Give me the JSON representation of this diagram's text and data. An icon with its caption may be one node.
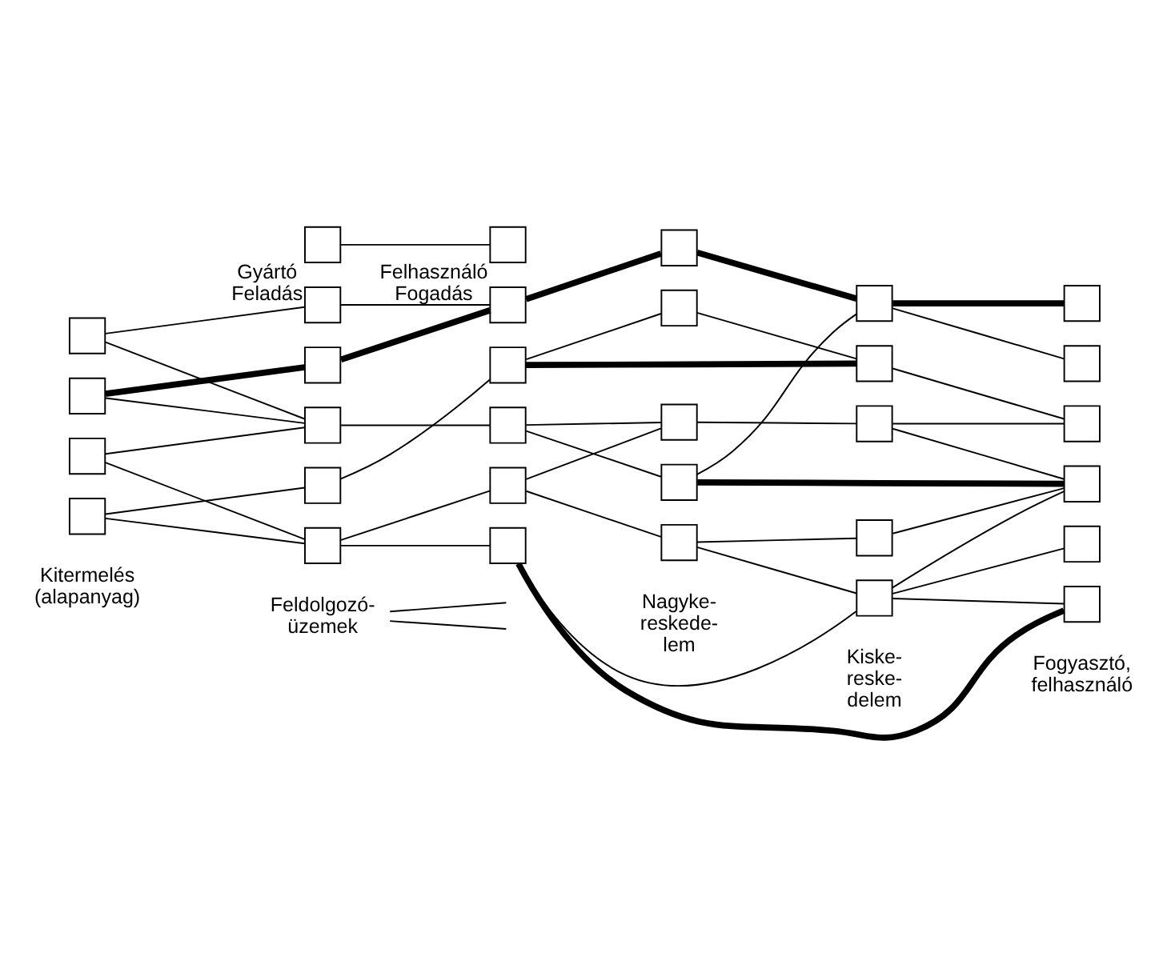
{
  "diagram": {
    "nodes": [
      {
        "text": [],
        "shape": "box",
        "beside": [
          "Gyártó Feladás"
        ]
      },
      {
        "text": [],
        "shape": "box",
        "beside": [
          "Felhasználó Fogadás"
        ]
      },
      {
        "text": [],
        "shape": "box"
      },
      {
        "text": [],
        "shape": "box"
      },
      {
        "text": [],
        "shape": "box"
      },
      {
        "text": [],
        "shape": "box"
      },
      {
        "text": [],
        "shape": "box"
      },
      {
        "text": [],
        "shape": "box"
      },
      {
        "text": [],
        "shape": "box"
      },
      {
        "text": [],
        "shape": "box"
      },
      {
        "text": [],
        "shape": "box"
      },
      {
        "text": [],
        "shape": "box"
      },
      {
        "text": [],
        "shape": "box"
      },
      {
        "text": [],
        "shape": "box"
      },
      {
        "text": [],
        "shape": "box"
      },
      {
        "text": [],
        "shape": "box"
      },
      {
        "text": [],
        "shape": "box"
      },
      {
        "text": [],
        "shape": "box"
      },
      {
        "text": [],
        "shape": "box"
      },
      {
        "text": [],
        "shape": "box"
      },
      {
        "text": [],
        "shape": "box"
      },
      {
        "text": [],
        "shape": "box"
      },
      {
        "text": [],
        "shape": "box"
      },
      {
        "text": [],
        "shape": "box"
      },
      {
        "text": [],
        "shape": "box"
      },
      {
        "text": [],
        "shape": "box"
      },
      {
        "text": [],
        "shape": "box"
      },
      {
        "text": [],
        "shape": "box"
      },
      {
        "text": [],
        "shape": "box"
      },
      {
        "text": [],
        "shape": "box"
      },
      {
        "text": [],
        "shape": "box"
      },
      {
        "text": [],
        "shape": "box"
      },
      {
        "text": [
          "Feldolgozó- üzemek"
        ]
      }
    ],
    "edges": [
      {
        "from": 0,
        "to": 1,
        "arrow": "none"
      },
      {
        "from": 2,
        "to": 6,
        "arrow": "none"
      },
      {
        "from": 2,
        "to": 8,
        "arrow": "none"
      },
      {
        "from": 3,
        "to": 7,
        "arrow": "none",
        "style": "thick"
      },
      {
        "from": 3,
        "to": 8,
        "arrow": "none"
      },
      {
        "from": 4,
        "to": 8,
        "arrow": "none"
      },
      {
        "from": 4,
        "to": 10,
        "arrow": "none"
      },
      {
        "from": 5,
        "to": 9,
        "arrow": "none"
      },
      {
        "from": 5,
        "to": 10,
        "arrow": "none"
      },
      {
        "from": 6,
        "to": 11,
        "arrow": "none"
      },
      {
        "from": 7,
        "to": 11,
        "arrow": "none",
        "style": "thick"
      },
      {
        "from": 8,
        "to": 13,
        "arrow": "none"
      },
      {
        "from": 9,
        "to": 12,
        "arrow": "none"
      },
      {
        "from": 10,
        "to": 14,
        "arrow": "none"
      },
      {
        "from": 10,
        "to": 15,
        "arrow": "none"
      },
      {
        "from": 11,
        "to": 16,
        "arrow": "none",
        "style": "thick"
      },
      {
        "from": 12,
        "to": 17,
        "arrow": "none"
      },
      {
        "from": 12,
        "to": 22,
        "arrow": "none",
        "style": "thick"
      },
      {
        "from": 13,
        "to": 18,
        "arrow": "none"
      },
      {
        "from": 13,
        "to": 19,
        "arrow": "none"
      },
      {
        "from": 14,
        "to": 18,
        "arrow": "none"
      },
      {
        "from": 14,
        "to": 20,
        "arrow": "none"
      },
      {
        "from": 15,
        "to": 25,
        "arrow": "none"
      },
      {
        "from": 15,
        "to": 31,
        "arrow": "none",
        "style": "thick"
      },
      {
        "from": 16,
        "to": 21,
        "arrow": "none",
        "style": "thick"
      },
      {
        "from": 17,
        "to": 22,
        "arrow": "none"
      },
      {
        "from": 18,
        "to": 23,
        "arrow": "none"
      },
      {
        "from": 19,
        "to": 21,
        "arrow": "none"
      },
      {
        "from": 19,
        "to": 29,
        "arrow": "none",
        "style": "thick"
      },
      {
        "from": 20,
        "to": 24,
        "arrow": "none"
      },
      {
        "from": 20,
        "to": 25,
        "arrow": "none"
      },
      {
        "from": 21,
        "to": 26,
        "arrow": "none",
        "style": "thick"
      },
      {
        "from": 21,
        "to": 27,
        "arrow": "none"
      },
      {
        "from": 22,
        "to": 28,
        "arrow": "none"
      },
      {
        "from": 23,
        "to": 28,
        "arrow": "none"
      },
      {
        "from": 23,
        "to": 29,
        "arrow": "none"
      },
      {
        "from": 24,
        "to": 29,
        "arrow": "none"
      },
      {
        "from": 25,
        "to": 29,
        "arrow": "none"
      },
      {
        "from": 25,
        "to": 30,
        "arrow": "none"
      },
      {
        "from": 25,
        "to": 31,
        "arrow": "none"
      },
      {
        "from": 32,
        "to": null,
        "arrow": "none"
      },
      {
        "from": 32,
        "to": null,
        "arrow": "none"
      }
    ],
    "labels": [
      "Kitermelés (alapanyag)",
      "Nagyke- reskede- lem",
      "Kiske- reske- delem",
      "Fogyasztó, felhasználó"
    ]
  }
}
